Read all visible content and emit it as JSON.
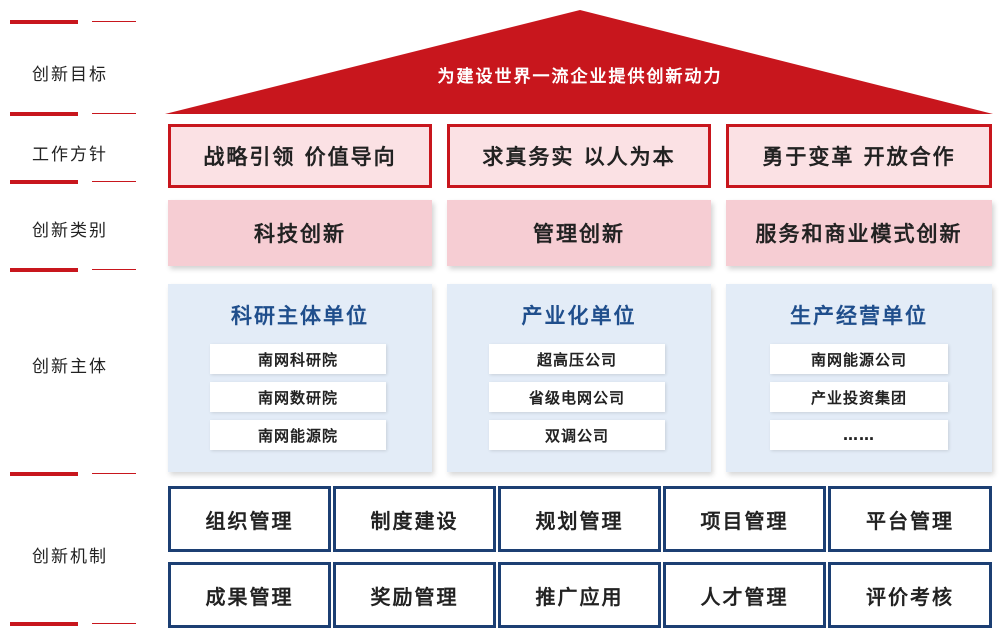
{
  "rows": {
    "goal": "创新目标",
    "policy": "工作方针",
    "category": "创新类别",
    "entity": "创新主体",
    "mechanism": "创新机制"
  },
  "roof": {
    "text": "为建设世界一流企业提供创新动力"
  },
  "principles": [
    "战略引领 价值导向",
    "求真务实 以人为本",
    "勇于变革 开放合作"
  ],
  "categories": [
    "科技创新",
    "管理创新",
    "服务和商业模式创新"
  ],
  "entities": [
    {
      "title": "科研主体单位",
      "units": [
        "南网科研院",
        "南网数研院",
        "南网能源院"
      ]
    },
    {
      "title": "产业化单位",
      "units": [
        "超高压公司",
        "省级电网公司",
        "双调公司"
      ]
    },
    {
      "title": "生产经营单位",
      "units": [
        "南网能源公司",
        "产业投资集团",
        "……"
      ]
    }
  ],
  "mechanisms": {
    "row1": [
      "组织管理",
      "制度建设",
      "规划管理",
      "项目管理",
      "平台管理"
    ],
    "row2": [
      "成果管理",
      "奖励管理",
      "推广应用",
      "人才管理",
      "评价考核"
    ]
  },
  "colors": {
    "red": "#c8161d",
    "navy": "#1c3f73",
    "pink": "#f6cdd3",
    "light_blue": "#e3ecf7"
  }
}
